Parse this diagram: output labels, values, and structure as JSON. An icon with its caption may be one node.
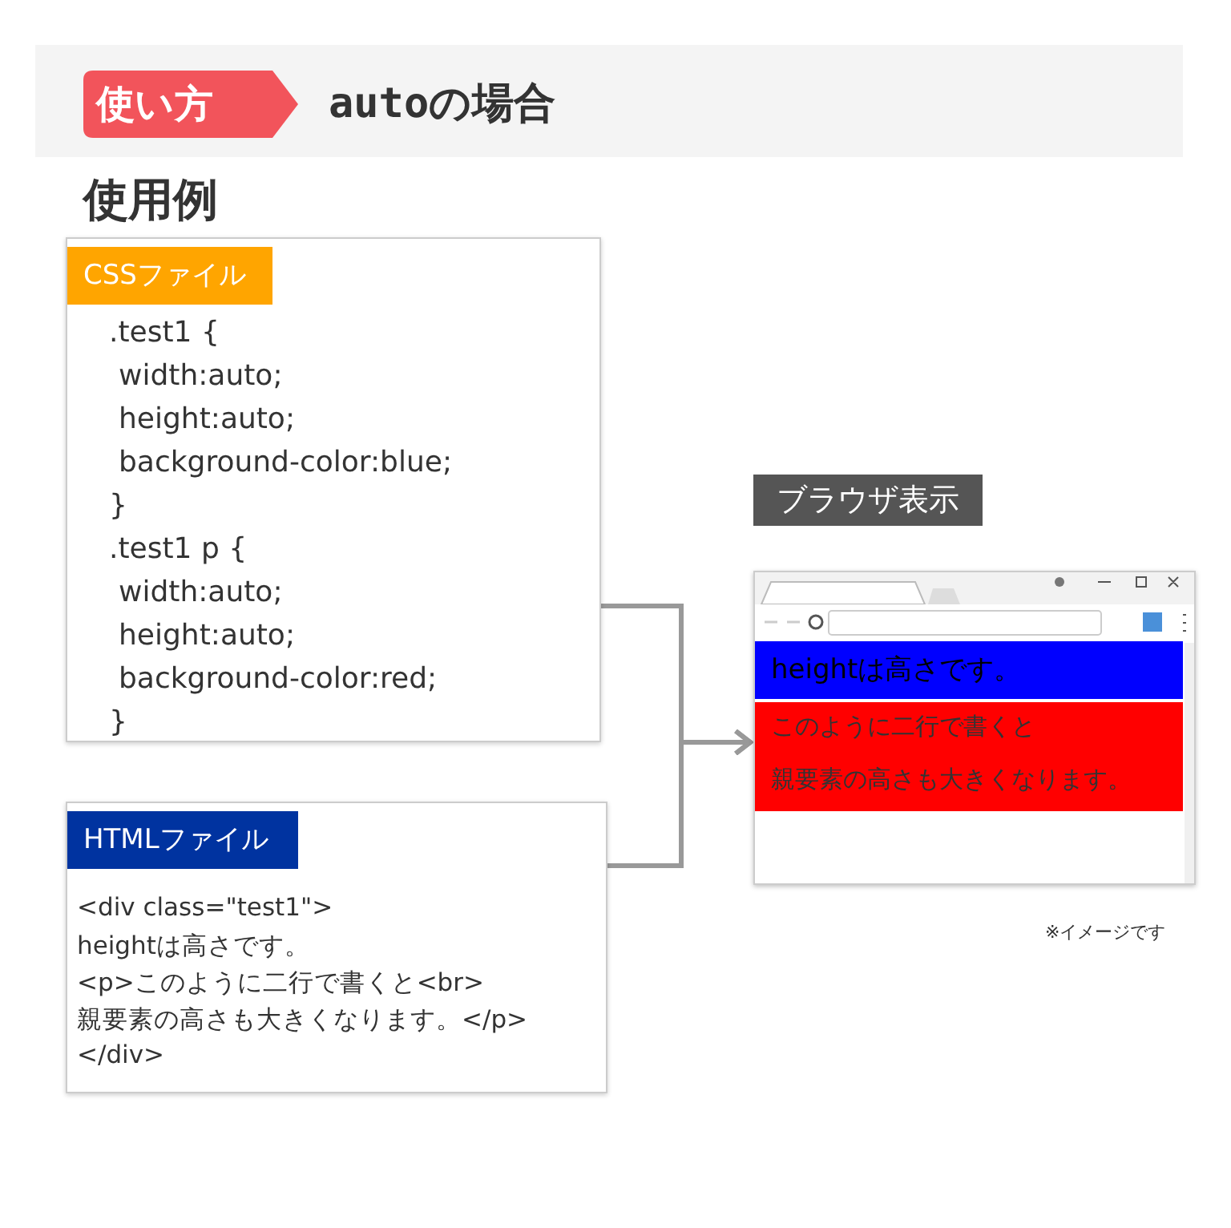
{
  "diagram": {
    "title": "autoの場合",
    "nodes": [
      {
        "text": [
          "CSSファイル",
          ".test1 {",
          "width:auto;",
          "height:auto;",
          "background-color:blue;",
          "}",
          ".test1 p {",
          "width:auto;",
          "height:auto;",
          "background-color:red;",
          "}"
        ]
      },
      {
        "text": [
          "HTMLファイル",
          "<div class=\"test1\">",
          "heightは高さです。",
          "<p>このように二行で書くと<br>",
          "親要素の高さも大きくなります。</p>",
          "</div>"
        ]
      },
      {
        "text": [
          "ブラウザ表示"
        ]
      },
      {
        "text": [
          "heightは高さです。"
        ],
        "in": 2
      },
      {
        "text": [
          "このように二行で書くと",
          "親要素の高さも大きくなります。"
        ],
        "in": 2
      }
    ],
    "edges": [
      {
        "from": 0,
        "to": 2,
        "arrow": "to"
      },
      {
        "from": 1,
        "to": 2,
        "arrow": "to"
      }
    ],
    "labels": [
      "使い方",
      "使用例",
      "※イメージです"
    ]
  }
}
